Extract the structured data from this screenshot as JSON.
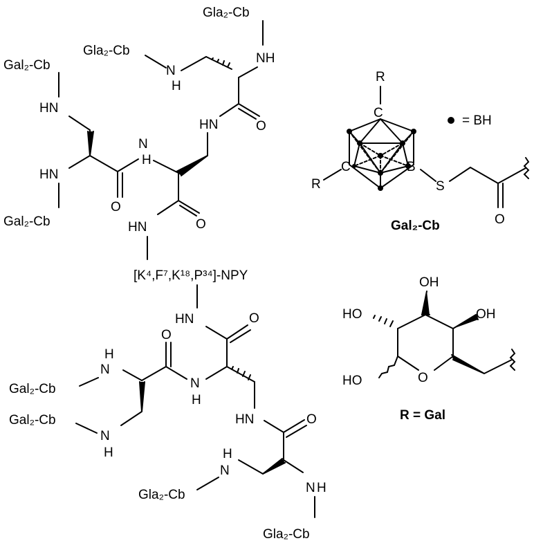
{
  "labels": {
    "gla2cb": "Gla₂-Cb",
    "gal2cb": "Gal₂-Cb",
    "nh": "NH",
    "hn": "HN",
    "n": "N",
    "h": "H",
    "o": "O",
    "c": "C",
    "b": "B",
    "s": "S",
    "r": "R",
    "oh": "OH",
    "ho": "HO",
    "peptide": "[K⁴,F⁷,K¹⁸,P³⁴]-NPY",
    "bh_legend": "= BH",
    "gal2cb_caption": "Gal₂-Cb",
    "r_caption": "R = Gal"
  }
}
